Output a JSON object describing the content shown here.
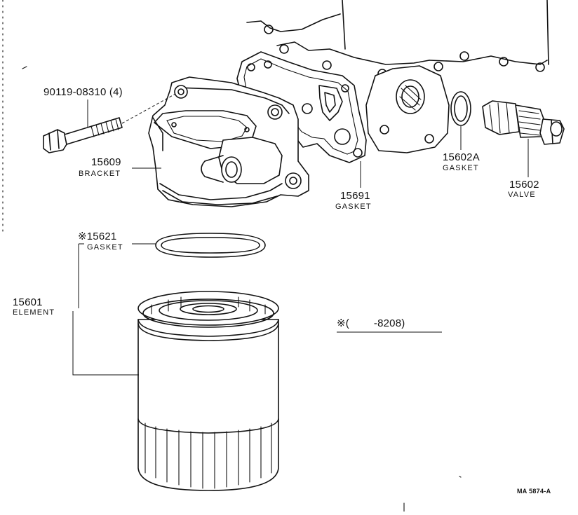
{
  "parts": {
    "bolt": {
      "number": "90119-08310 (4)"
    },
    "bracket": {
      "number": "15609",
      "name": "BRACKET"
    },
    "gasket_plate": {
      "number": "15691",
      "name": "GASKET"
    },
    "gasket_small": {
      "number": "15602A",
      "name": "GASKET"
    },
    "valve": {
      "number": "15602",
      "name": "VALVE"
    },
    "gasket_ring": {
      "number": "※15621",
      "name": "GASKET"
    },
    "element": {
      "number": "15601",
      "name": "ELEMENT"
    }
  },
  "note": {
    "text": "※(        -8208)"
  },
  "figure_code": "MA 5874-A"
}
